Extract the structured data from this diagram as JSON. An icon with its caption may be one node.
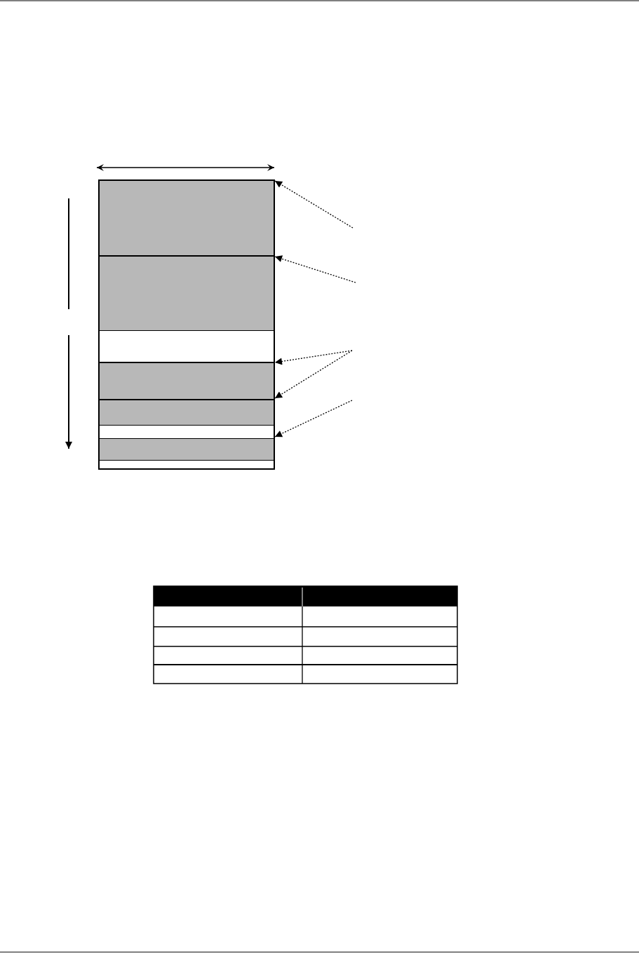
{
  "diagram": {
    "nodes": [
      {
        "text": [],
        "shape": "bar"
      },
      {
        "text": [],
        "shape": "bar"
      },
      {
        "text": [],
        "shape": "bar"
      },
      {
        "text": [],
        "shape": "bar"
      },
      {
        "text": [],
        "shape": "bar"
      },
      {
        "text": [],
        "shape": "bar"
      },
      {
        "text": [],
        "shape": "bar"
      },
      {
        "text": [],
        "shape": "bar"
      }
    ],
    "edges": [
      {
        "from": null,
        "to": 0,
        "arrow": "to",
        "style": "dashed"
      },
      {
        "from": null,
        "to": 1,
        "arrow": "to",
        "style": "dashed"
      },
      {
        "from": null,
        "to": 3,
        "arrow": "to",
        "style": "dashed"
      },
      {
        "from": null,
        "to": 4,
        "arrow": "to",
        "style": "dashed"
      },
      {
        "from": null,
        "to": 6,
        "arrow": "to",
        "style": "dashed"
      }
    ]
  }
}
